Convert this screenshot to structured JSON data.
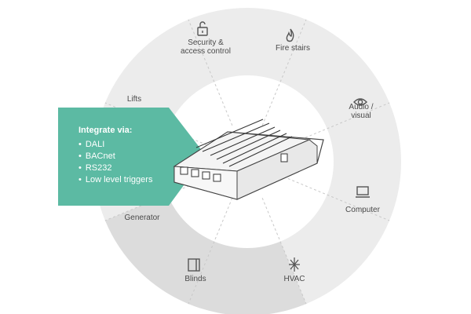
{
  "ring": {
    "segments": [
      {
        "key": "security",
        "label": "Security &\naccess control",
        "icon": "padlock-icon"
      },
      {
        "key": "fire_stairs",
        "label": "Fire stairs",
        "icon": "flame-icon"
      },
      {
        "key": "audio_visual",
        "label": "Audio /\nvisual",
        "icon": "eye-icon"
      },
      {
        "key": "computer",
        "label": "Computer",
        "icon": "monitor-icon"
      },
      {
        "key": "hvac",
        "label": "HVAC",
        "icon": "snowflake-sun-icon"
      },
      {
        "key": "blinds",
        "label": "Blinds",
        "icon": "blinds-icon"
      },
      {
        "key": "generator",
        "label": "Generator",
        "icon": ""
      },
      {
        "key": "lifts",
        "label": "Lifts",
        "icon": ""
      }
    ]
  },
  "callout": {
    "title": "Integrate via:",
    "items": [
      "DALI",
      "BACnet",
      "RS232",
      "Low level triggers"
    ]
  },
  "device": {
    "icon": "controller-device-icon"
  },
  "colors": {
    "ring_light": "#ececec",
    "ring_dark": "#dcdcdc",
    "inner": "#ffffff",
    "accent": "#5cbaa3",
    "divider": "#c8c8c8",
    "text": "#4a4a4a",
    "icon": "#555555"
  }
}
